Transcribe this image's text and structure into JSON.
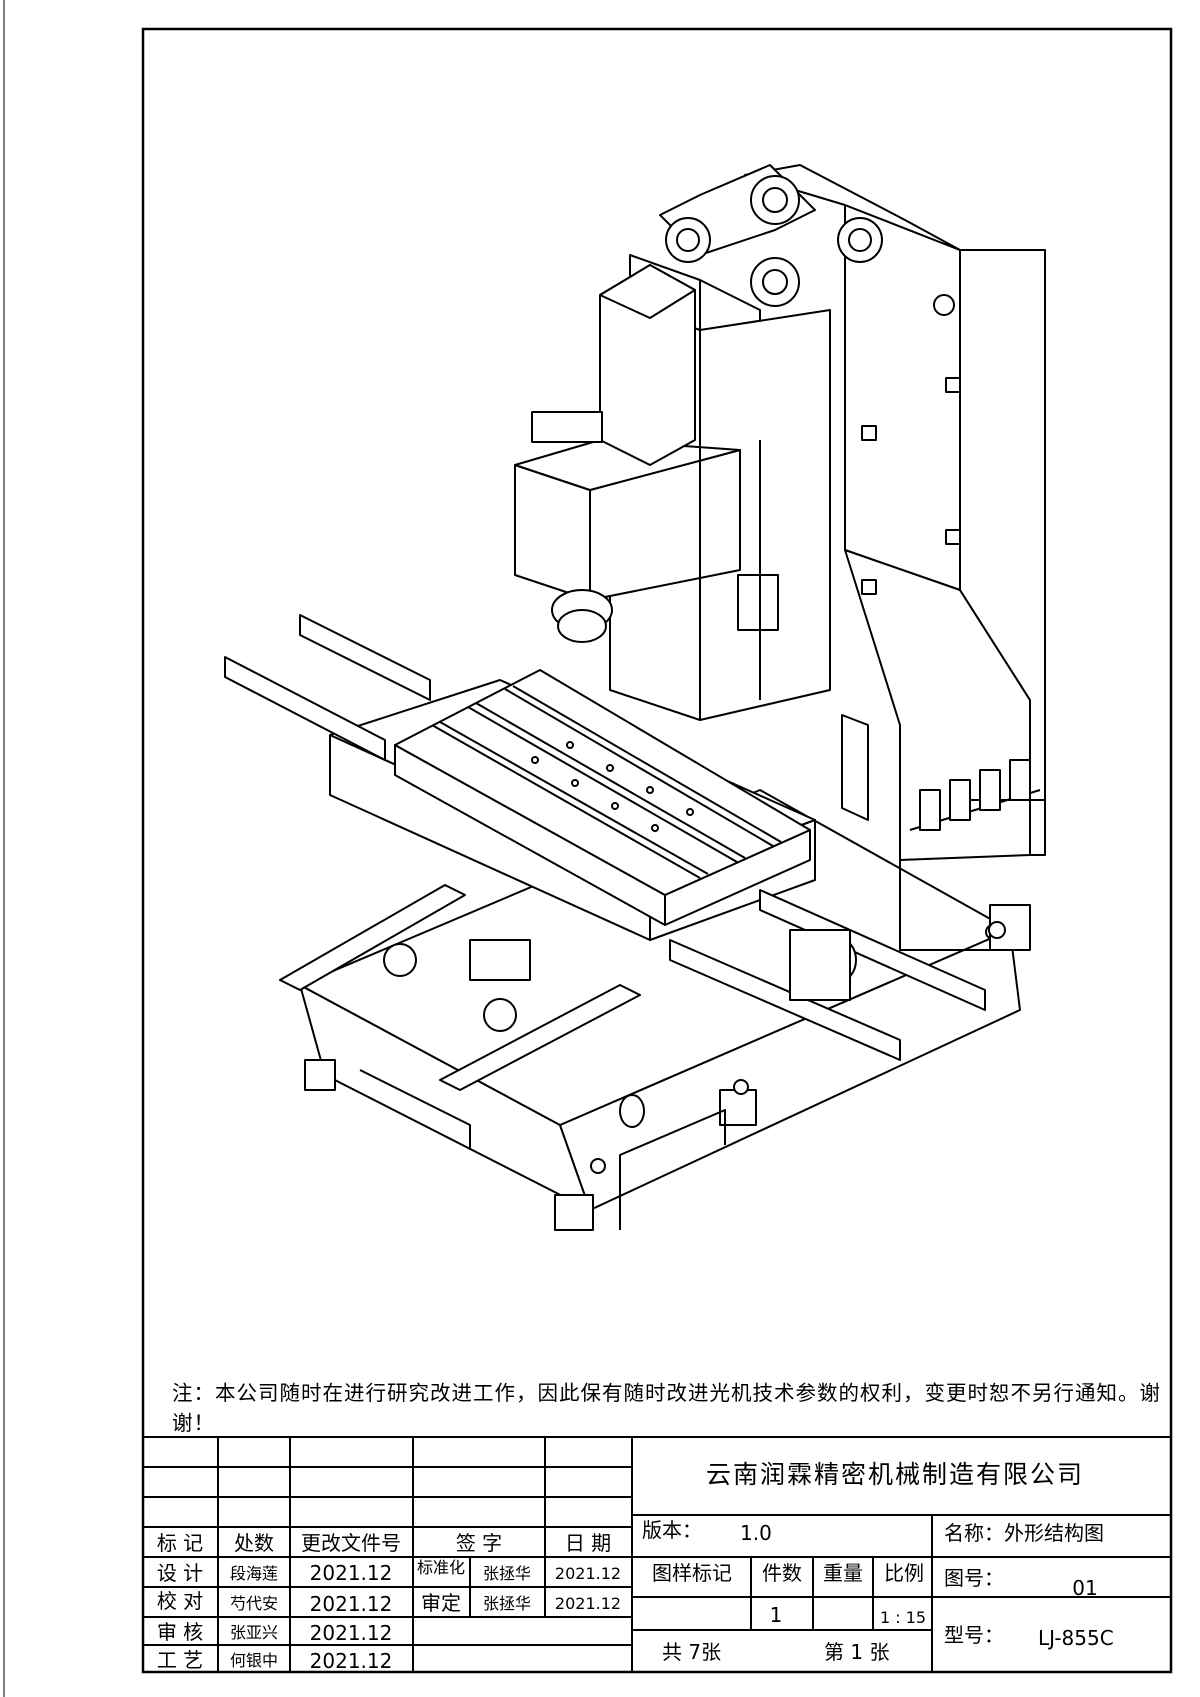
{
  "note": "注：本公司随时在进行研究改进工作，因此保有随时改进光机技术参数的权利，变更时恕不另行通知。谢谢！",
  "title_block": {
    "company": "云南润霖精密机械制造有限公司",
    "revision_header": {
      "mark": "标 记",
      "place": "处数",
      "doc_no": "更改文件号",
      "sign": "签 字",
      "date": "日 期"
    },
    "design_label": "设 计",
    "design_name": "段海莲",
    "design_date": "2021.12",
    "check_label": "校 对",
    "check_name": "芍代安",
    "check_date": "2021.12",
    "review_label": "审 核",
    "review_name": "张亚兴",
    "review_date": "2021.12",
    "process_label": "工 艺",
    "process_name": "何银中",
    "process_date": "2021.12",
    "std_label": "标准化",
    "std_name": "张拯华",
    "std_date": "2021.12",
    "approve_label": "审定",
    "approve_name": "张拯华",
    "approve_date": "2021.12",
    "version_label": "版本：",
    "version_value": "1.0",
    "pattern_mark_label": "图样标记",
    "quantity_label": "件数",
    "weight_label": "重量",
    "scale_label": "比例",
    "quantity_value": "1",
    "scale_value": "1 : 15",
    "total_sheets": "共 7张",
    "sheet_no": "第 1 张",
    "name_label": "名称：外形结构图",
    "drawing_no_label": "图号：",
    "drawing_no_value": "01",
    "model_label": "型号：",
    "model_value": "LJ-855C"
  }
}
